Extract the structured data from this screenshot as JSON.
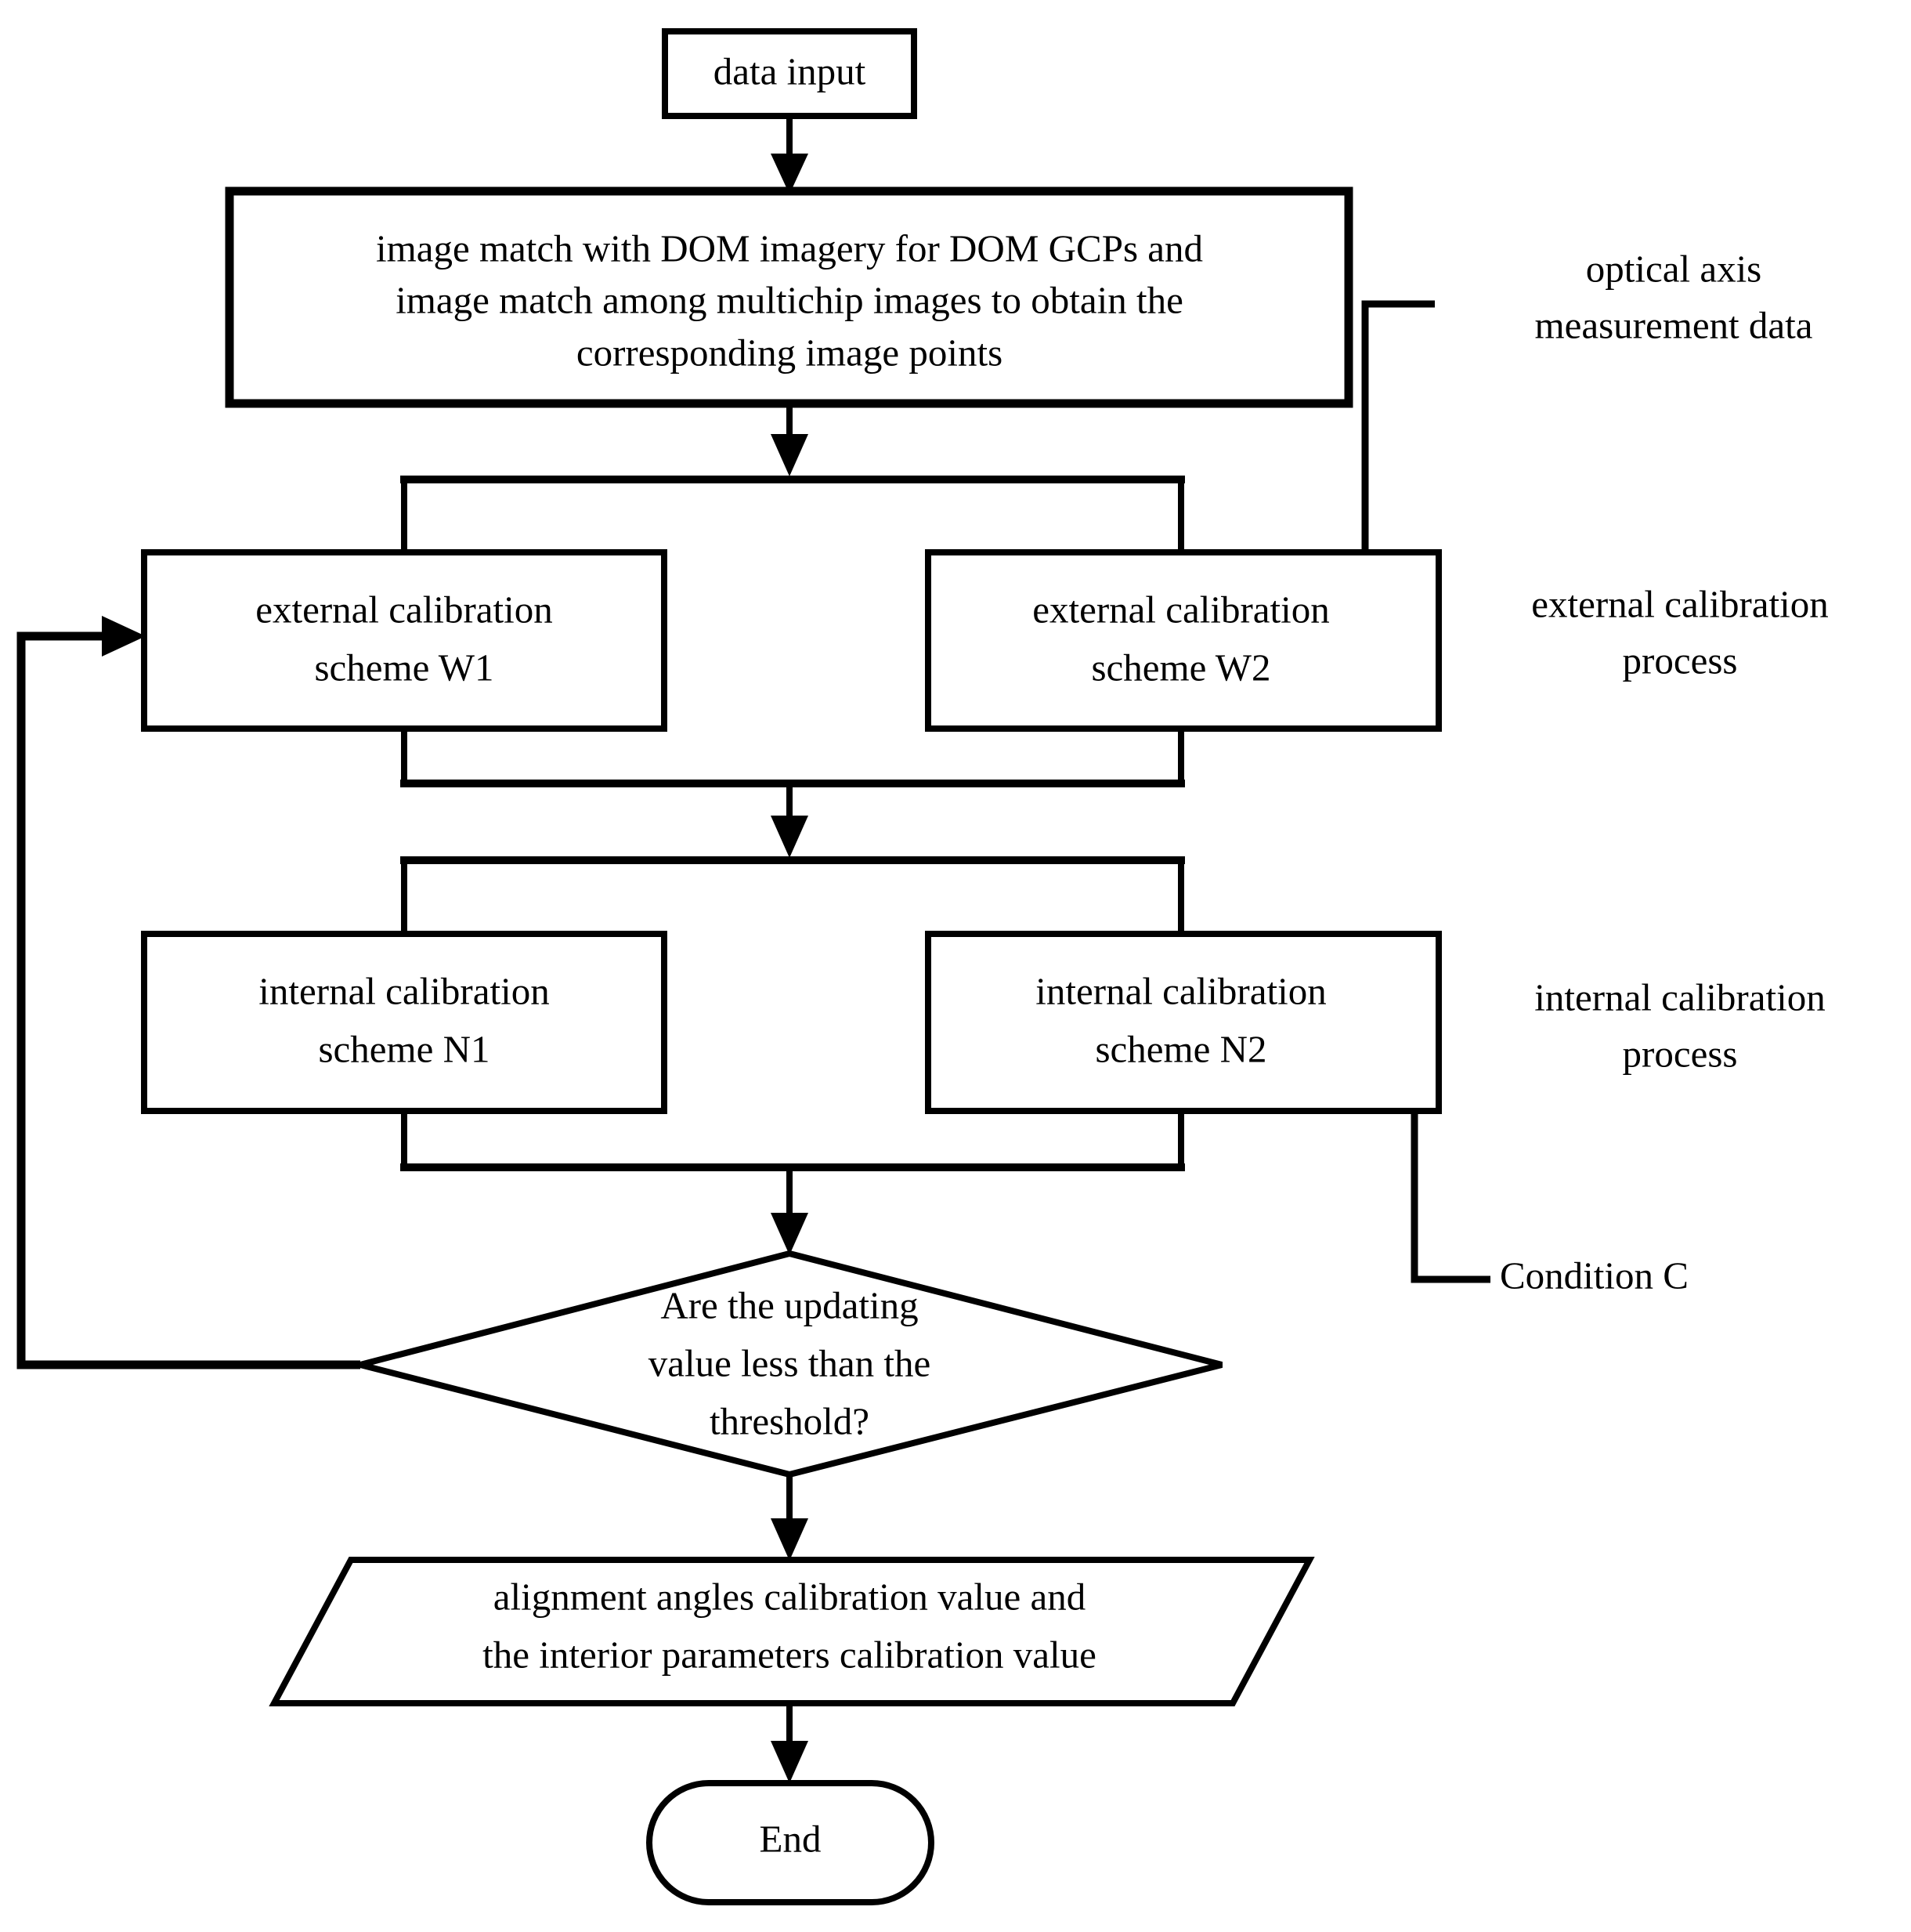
{
  "diagram": {
    "title": "calibration workflow flowchart",
    "background_color": "#ffffff",
    "line_color": "#000000",
    "text_color": "#000000"
  },
  "nodes": {
    "data_input": {
      "label": "data input",
      "shape": "process-rectangle"
    },
    "image_match": {
      "line1": "image match with DOM imagery for DOM GCPs and",
      "line2": "image match among multichip images to obtain the",
      "line3": "corresponding image points",
      "shape": "process-rectangle"
    },
    "external_w1": {
      "line1": "external calibration",
      "line2": "scheme W1",
      "shape": "process-rectangle"
    },
    "external_w2": {
      "line1": "external calibration",
      "line2": "scheme W2",
      "shape": "process-rectangle"
    },
    "internal_n1": {
      "line1": "internal calibration",
      "line2": "scheme N1",
      "shape": "process-rectangle"
    },
    "internal_n2": {
      "line1": "internal calibration",
      "line2": "scheme N2",
      "shape": "process-rectangle"
    },
    "decision": {
      "line1": "Are the updating",
      "line2": "value less than the",
      "line3": "threshold?",
      "shape": "decision-diamond"
    },
    "output": {
      "line1": "alignment angles calibration value and",
      "line2": "the interior parameters calibration value",
      "shape": "data-parallelogram"
    },
    "end": {
      "label": "End",
      "shape": "terminator-stadium"
    }
  },
  "annotations": {
    "optical_axis": {
      "line1": "optical axis",
      "line2": "measurement data"
    },
    "external_process": {
      "line1": "external calibration",
      "line2": "process"
    },
    "internal_process": {
      "line1": "internal calibration",
      "line2": "process"
    },
    "condition_c": {
      "label": "Condition C"
    }
  },
  "chart_data": {
    "type": "flowchart",
    "orientation": "top-to-bottom",
    "steps": [
      "data input",
      "image match with DOM imagery for DOM GCPs and image match among multichip images to obtain the corresponding image points",
      "external calibration scheme W1 / external calibration scheme W2 (parallel)",
      "internal calibration scheme N1 / internal calibration scheme N2 (parallel)",
      "Are the updating value less than the threshold?",
      "alignment angles calibration value and the interior parameters calibration value",
      "End"
    ],
    "feedback_loop": "decision diamond (left vertex) back to external calibration scheme W1 (left side)",
    "side_inputs": [
      "optical axis measurement data -> external calibration scheme W2",
      "Condition C -> internal calibration scheme N2"
    ],
    "phase_labels": [
      "external calibration process",
      "internal calibration process"
    ]
  }
}
